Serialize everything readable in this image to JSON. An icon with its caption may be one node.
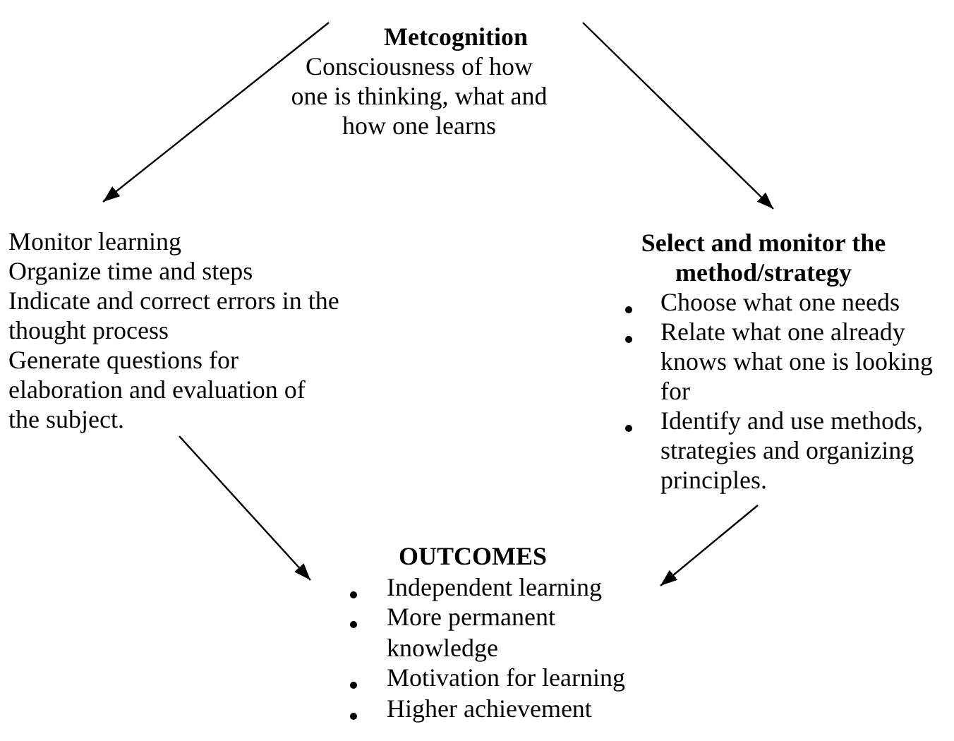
{
  "diagram": {
    "nodes": [
      {
        "text": [
          "Metcognition",
          "Consciousness of how one is thinking, what and how one learns"
        ]
      },
      {
        "text": [
          "Monitor learning",
          "Organize time and steps",
          "Indicate and correct errors in the thought process",
          "Generate questions for elaboration and evaluation of the subject."
        ]
      },
      {
        "text": [
          "Select and monitor the method/strategy",
          "Choose what one needs",
          "Relate what one already knows what one is looking for",
          "Identify and use methods, strategies and organizing principles."
        ]
      },
      {
        "text": [
          "OUTCOMES",
          "Independent learning",
          "More permanent knowledge",
          "Motivation for learning",
          "Higher achievement"
        ]
      }
    ],
    "edges": [
      {
        "from": 0,
        "to": 1,
        "arrow": "to"
      },
      {
        "from": 0,
        "to": 2,
        "arrow": "to"
      },
      {
        "from": 1,
        "to": 3,
        "arrow": "to"
      },
      {
        "from": 2,
        "to": 3,
        "arrow": "to"
      }
    ]
  }
}
